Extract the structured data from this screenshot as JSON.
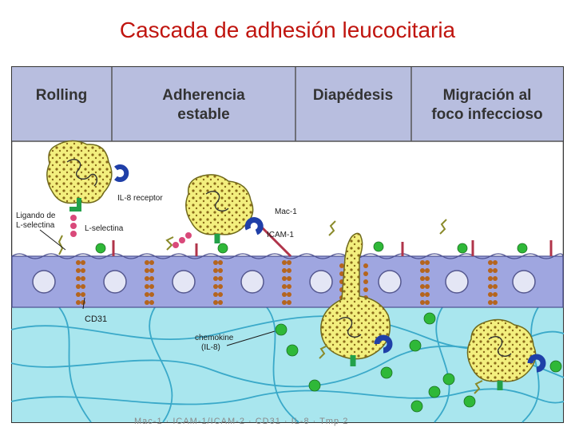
{
  "slide": {
    "title": "Cascada de adhesión leucocitaria",
    "footer": "Mac-1 · ICAM-1/ICAM-2 · CD31 · IL-8 · Tmp 2"
  },
  "stages": [
    {
      "line1": "Rolling",
      "line2": ""
    },
    {
      "line1": "Adherencia",
      "line2": "estable"
    },
    {
      "line1": "Diapédesis",
      "line2": ""
    },
    {
      "line1": "Migración al",
      "line2": "foco infeccioso"
    }
  ],
  "labels": {
    "il8_receptor": "IL-8 receptor",
    "ligando_line1": "Ligando de",
    "ligando_line2": "L-selectina",
    "l_selectina": "L-selectina",
    "mac1": "Mac-1",
    "icam1": "ICAM-1",
    "cd31": "CD31",
    "chemokine_line1": "chemokine",
    "chemokine_line2": "(IL-8)"
  },
  "colors": {
    "title": "#c0150f",
    "header_bg": "#b8bedf",
    "endothelium": "#9fa6e0",
    "matrix": "#a9e6ee",
    "leukocyte": "#f3ef7e",
    "receptor_blue": "#1f3fa8",
    "selectin_green": "#23a14a",
    "ligand_pink": "#d9497a",
    "chemokine_dot": "#2fb838",
    "junction": "#b5651d"
  }
}
